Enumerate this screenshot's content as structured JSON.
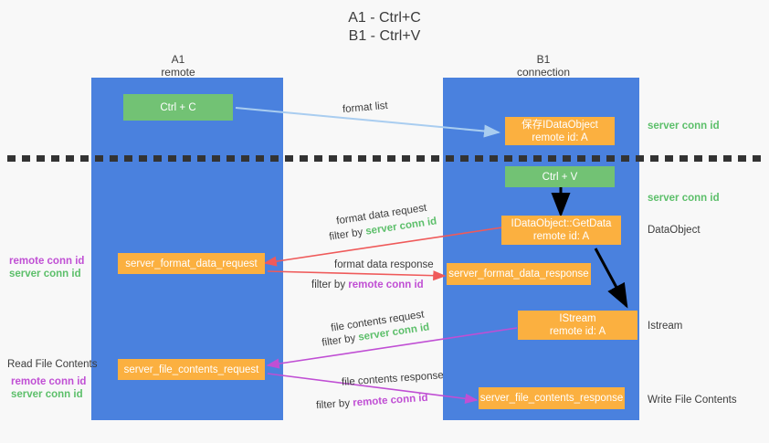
{
  "title": {
    "line1": "A1 - Ctrl+C",
    "line2": "B1 - Ctrl+V"
  },
  "columns": [
    {
      "id": "a1",
      "name": "A1",
      "sub": "remote"
    },
    {
      "id": "b1",
      "name": "B1",
      "sub": "connection"
    }
  ],
  "boxes": {
    "ctrl_c": {
      "line1": "Ctrl + C",
      "color": "#72c274"
    },
    "save_idataobject": {
      "line1": "保存IDataObject",
      "line2": "remote id: A",
      "color": "#fbb040"
    },
    "ctrl_v": {
      "line1": "Ctrl + V",
      "color": "#72c274"
    },
    "getdata": {
      "line1": "IDataObject::GetData",
      "line2": "remote id: A",
      "color": "#fbb040"
    },
    "istream": {
      "line1": "IStream",
      "line2": "remote id: A",
      "color": "#fbb040"
    },
    "format_data_request": {
      "line1": "server_format_data_request",
      "color": "#fbb040"
    },
    "format_data_response": {
      "line1": "server_format_data_response",
      "color": "#fbb040"
    },
    "file_contents_request": {
      "line1": "server_file_contents_request",
      "color": "#fbb040"
    },
    "file_contents_response": {
      "line1": "server_file_contents_response",
      "color": "#fbb040"
    }
  },
  "right_labels": {
    "server_conn_id_1": "server conn id",
    "server_conn_id_2": "server conn id",
    "dataobject": "DataObject",
    "istream": "Istream",
    "write_file_contents": "Write File Contents"
  },
  "left_labels": {
    "remote_conn_id_1": "remote conn id",
    "server_conn_id_1": "server conn id",
    "read_file_contents": "Read File Contents",
    "remote_conn_id_2": "remote conn id",
    "server_conn_id_2": "server conn id"
  },
  "arrow_labels": {
    "format_list": "format list",
    "format_data_request": "format data request",
    "format_data_request_filter_prefix": "filter by ",
    "format_data_request_filter_value": "server conn id",
    "format_data_response": "format data response",
    "format_data_response_filter_prefix": "filter by ",
    "format_data_response_filter_value": "remote conn id",
    "file_contents_request": "file contents request",
    "file_contents_request_filter_prefix": "filter by ",
    "file_contents_request_filter_value": "server conn id",
    "file_contents_response": "file contents response",
    "file_contents_response_filter_prefix": "filter by ",
    "file_contents_response_filter_value": "remote conn id"
  },
  "colors": {
    "column": "#4a81de",
    "green_box": "#72c274",
    "orange_box": "#fbb040",
    "green_text": "#5cbf6a",
    "purple_text": "#c04fd4",
    "light_blue_arrow": "#a9cdf0",
    "red_arrow": "#ef5a5a",
    "magenta_arrow": "#c04fd4",
    "black_arrow": "#000000",
    "background": "#f8f8f8",
    "divider": "#333333"
  }
}
